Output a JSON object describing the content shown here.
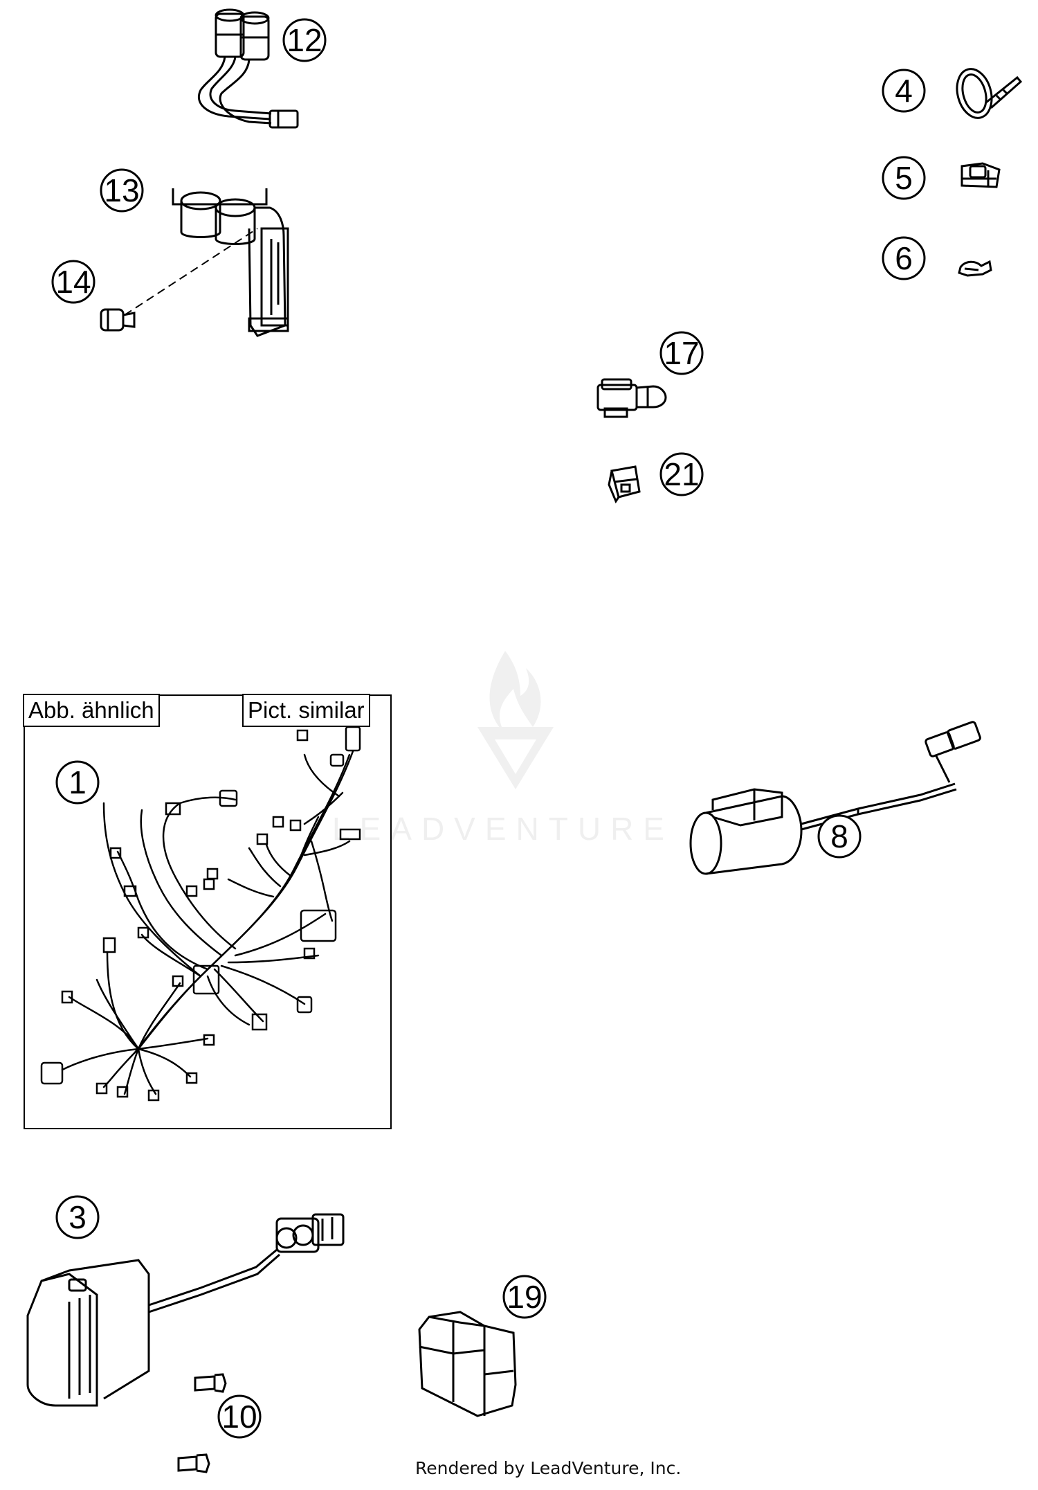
{
  "diagram": {
    "watermark": "LEADVENTURE",
    "footer": "Rendered by LeadVenture, Inc.",
    "harness_box": {
      "label_left": "Abb. ähnlich",
      "label_right": "Pict. similar"
    },
    "callouts": [
      {
        "id": "c12",
        "number": "12"
      },
      {
        "id": "c13",
        "number": "13"
      },
      {
        "id": "c14",
        "number": "14"
      },
      {
        "id": "c4",
        "number": "4"
      },
      {
        "id": "c5",
        "number": "5"
      },
      {
        "id": "c6",
        "number": "6"
      },
      {
        "id": "c17",
        "number": "17"
      },
      {
        "id": "c21",
        "number": "21"
      },
      {
        "id": "c1",
        "number": "1"
      },
      {
        "id": "c8",
        "number": "8"
      },
      {
        "id": "c3",
        "number": "3"
      },
      {
        "id": "c19",
        "number": "19"
      },
      {
        "id": "c10",
        "number": "10"
      }
    ]
  }
}
